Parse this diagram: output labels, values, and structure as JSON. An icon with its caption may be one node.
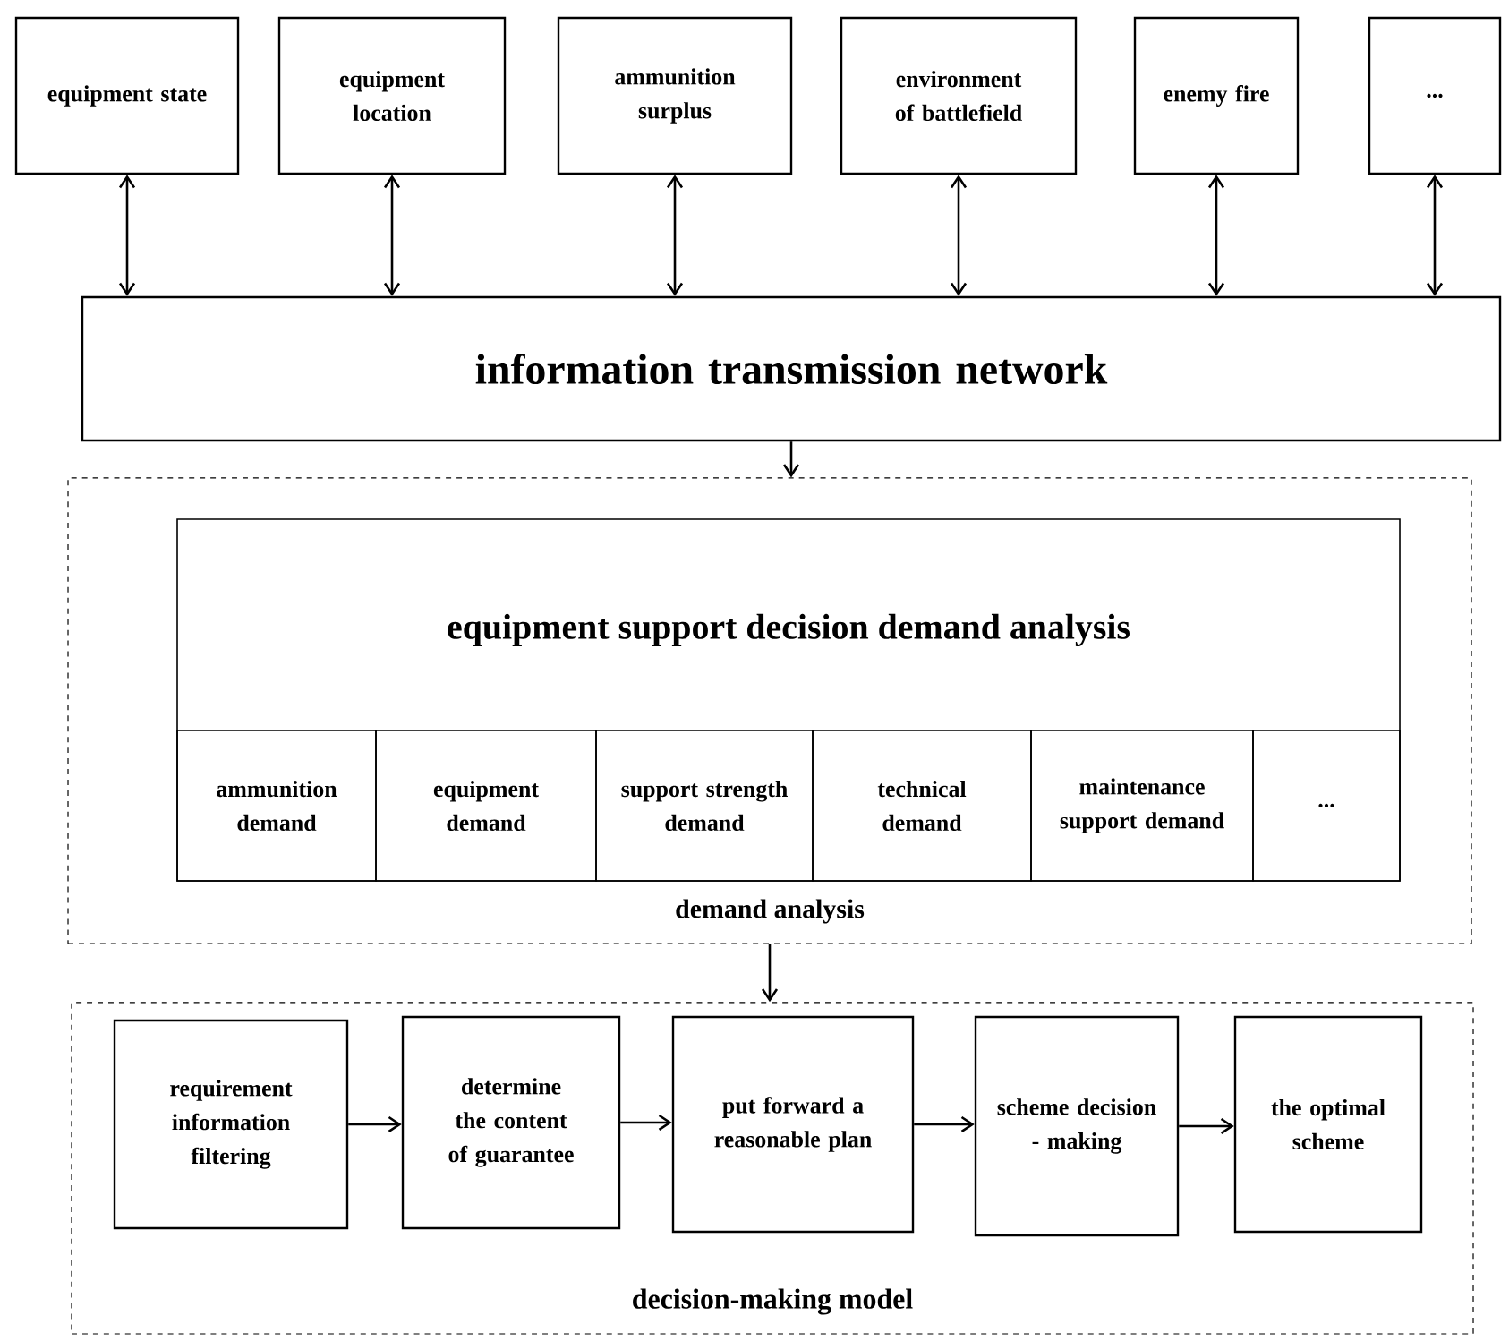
{
  "diagram": {
    "nodes": [
      {
        "text": [
          "equipment state"
        ]
      },
      {
        "text": [
          "equipment location"
        ]
      },
      {
        "text": [
          "ammunition surplus"
        ]
      },
      {
        "text": [
          "environment of battlefield"
        ]
      },
      {
        "text": [
          "enemy fire"
        ]
      },
      {
        "text": [
          "..."
        ]
      },
      {
        "text": [
          "information transmission network"
        ]
      },
      {
        "text": [
          "demand analysis"
        ]
      },
      {
        "text": [
          "equipment support decision demand analysis"
        ],
        "in": 7
      },
      {
        "text": [
          "ammunition demand"
        ],
        "in": 8
      },
      {
        "text": [
          "equipment demand"
        ],
        "in": 8
      },
      {
        "text": [
          "support strength demand"
        ],
        "in": 8
      },
      {
        "text": [
          "technical demand"
        ],
        "in": 8
      },
      {
        "text": [
          "maintenance support demand"
        ],
        "in": 8
      },
      {
        "text": [
          "..."
        ],
        "in": 8
      },
      {
        "text": [
          "decision-making model"
        ]
      },
      {
        "text": [
          "requirement information filtering"
        ],
        "in": 15
      },
      {
        "text": [
          "determine the content of guarantee"
        ],
        "in": 15
      },
      {
        "text": [
          "put forward a reasonable plan"
        ],
        "in": 15
      },
      {
        "text": [
          "scheme decision - making"
        ],
        "in": 15
      },
      {
        "text": [
          "the optimal scheme"
        ],
        "in": 15
      }
    ],
    "edges": [
      {
        "from": 0,
        "to": 6,
        "arrow": "both"
      },
      {
        "from": 1,
        "to": 6,
        "arrow": "both"
      },
      {
        "from": 2,
        "to": 6,
        "arrow": "both"
      },
      {
        "from": 3,
        "to": 6,
        "arrow": "both"
      },
      {
        "from": 4,
        "to": 6,
        "arrow": "both"
      },
      {
        "from": 5,
        "to": 6,
        "arrow": "both"
      },
      {
        "from": 6,
        "to": 7,
        "arrow": "to"
      },
      {
        "from": 7,
        "to": 15,
        "arrow": "to"
      },
      {
        "from": 16,
        "to": 17,
        "arrow": "to"
      },
      {
        "from": 17,
        "to": 18,
        "arrow": "to"
      },
      {
        "from": 18,
        "to": 19,
        "arrow": "to"
      },
      {
        "from": 19,
        "to": 20,
        "arrow": "to"
      }
    ]
  }
}
